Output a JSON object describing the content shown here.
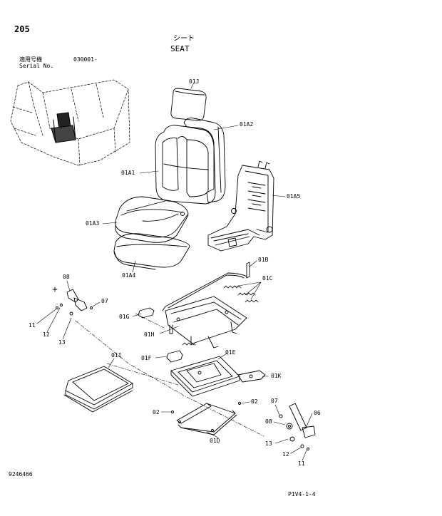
{
  "header": {
    "page_number": "205",
    "title_jp": "シート",
    "title_en": "SEAT",
    "serial_label_jp": "適用号機",
    "serial_label_en": "Serial No.",
    "serial_value": "030001-"
  },
  "footer": {
    "doc_number": "9246466",
    "page_code": "P1V4-1-4"
  },
  "parts": {
    "p01J": "01J",
    "p01A2": "01A2",
    "p01A1": "01A1",
    "p01A5": "01A5",
    "p01A3": "01A3",
    "p01A4": "01A4",
    "p01B": "01B",
    "p01C": "01C",
    "p08a": "08",
    "p07a": "07",
    "p01G": "01G",
    "p11a": "11",
    "p12a": "12",
    "p13a": "13",
    "p01H": "01H",
    "p01F": "01F",
    "p01E": "01E",
    "p01I": "01I",
    "p01K": "01K",
    "p02a": "02",
    "p02b": "02",
    "p07b": "07",
    "p08b": "08",
    "p06": "06",
    "p13b": "13",
    "p12b": "12",
    "p11b": "11",
    "p01D": "01D"
  }
}
